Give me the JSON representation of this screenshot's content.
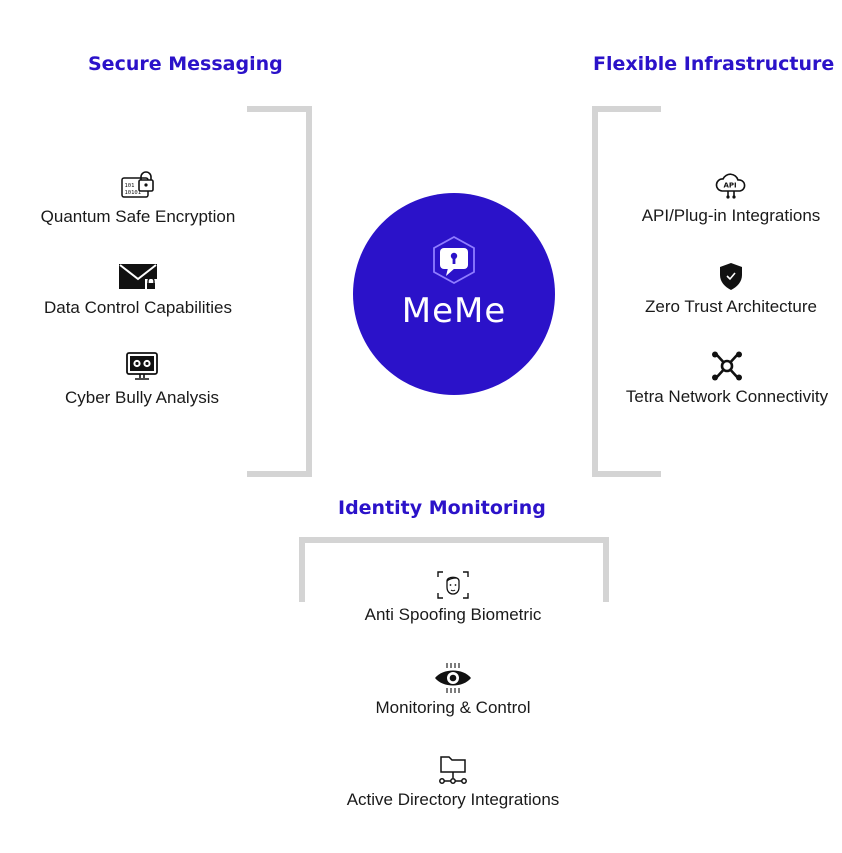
{
  "brand": {
    "name": "MeMe",
    "accent": "#2b12c9",
    "bracket_color": "#d4d4d4"
  },
  "sections": {
    "secure_messaging": {
      "title": "Secure Messaging",
      "items": [
        {
          "label": "Quantum Safe Encryption",
          "icon": "binary-lock-icon"
        },
        {
          "label": "Data Control Capabilities",
          "icon": "envelope-lock-icon"
        },
        {
          "label": "Cyber Bully Analysis",
          "icon": "monitor-eyes-icon"
        }
      ]
    },
    "flexible_infrastructure": {
      "title": "Flexible Infrastructure",
      "items": [
        {
          "label": "API/Plug-in Integrations",
          "icon": "api-cloud-icon"
        },
        {
          "label": "Zero Trust Architecture",
          "icon": "shield-check-icon"
        },
        {
          "label": "Tetra Network Connectivity",
          "icon": "network-nodes-icon"
        }
      ]
    },
    "identity_monitoring": {
      "title": "Identity Monitoring",
      "items": [
        {
          "label": "Anti Spoofing Biometric",
          "icon": "face-scan-icon"
        },
        {
          "label": "Monitoring & Control",
          "icon": "circuit-eye-icon"
        },
        {
          "label": "Active Directory Integrations",
          "icon": "folder-network-icon"
        }
      ]
    }
  }
}
